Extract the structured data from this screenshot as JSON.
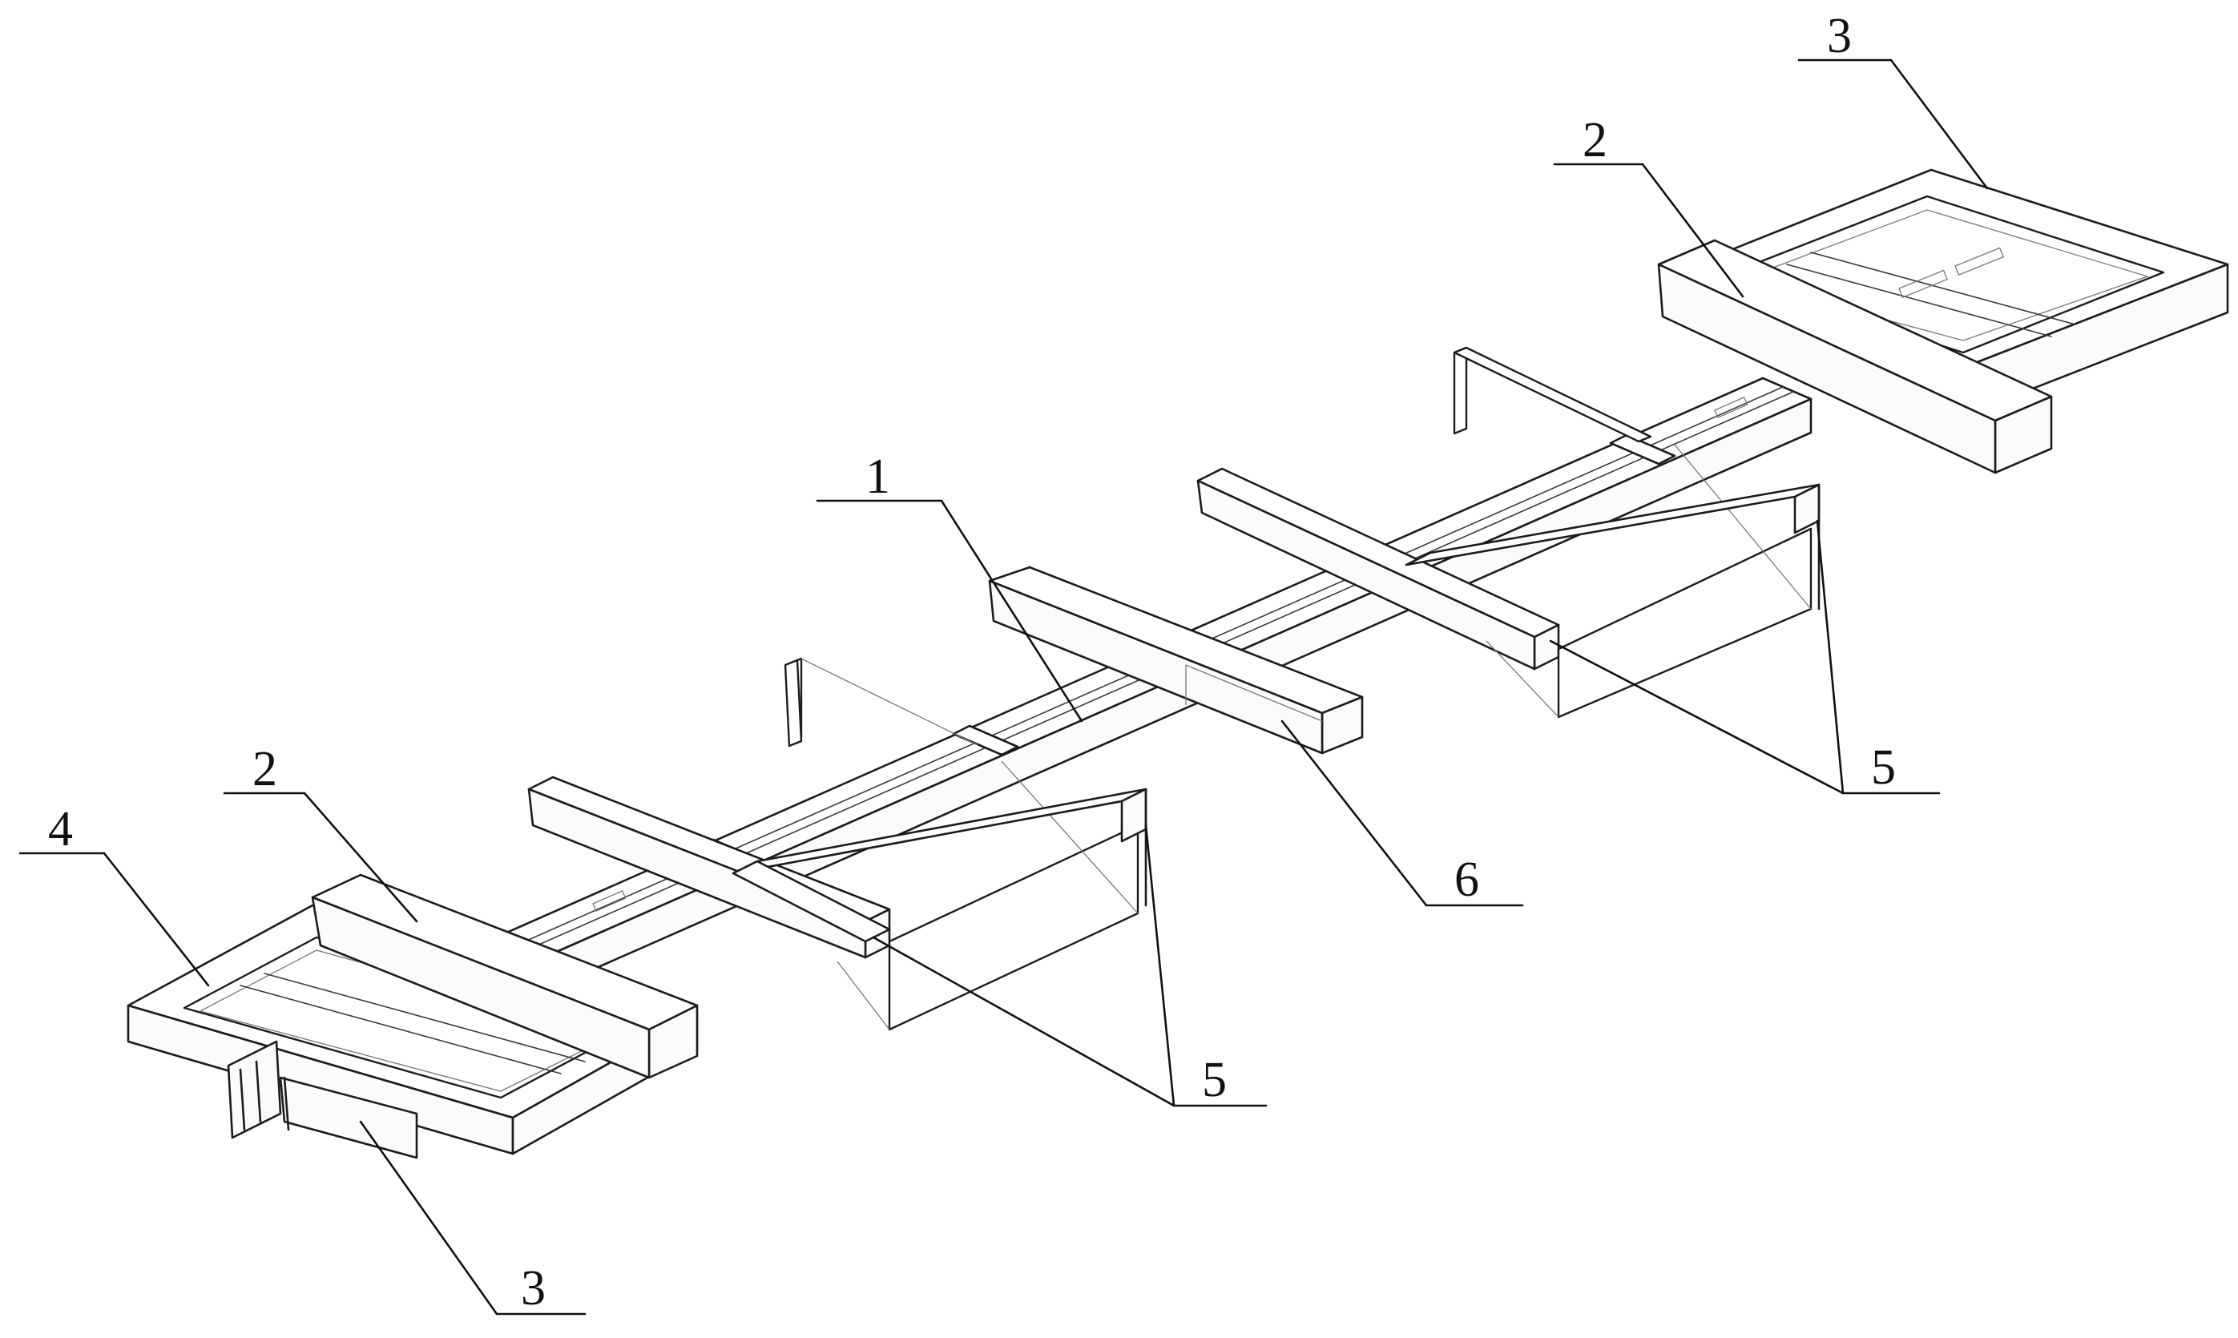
{
  "callouts": {
    "c1": "1",
    "c2_left": "2",
    "c2_right": "2",
    "c3_top": "3",
    "c3_bottom": "3",
    "c4": "4",
    "c5_left": "5",
    "c5_right": "5",
    "c6": "6"
  }
}
